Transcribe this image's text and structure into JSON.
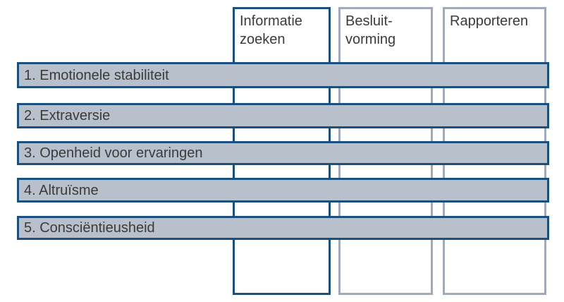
{
  "diagram": {
    "columns": [
      {
        "id": "informatie-zoeken",
        "label": "Informatie zoeken",
        "emphasis": "primary"
      },
      {
        "id": "besluitvorming",
        "label": "Besluit-vorming",
        "emphasis": "secondary"
      },
      {
        "id": "rapporteren",
        "label": "Rapporteren",
        "emphasis": "secondary"
      }
    ],
    "rows": [
      {
        "id": "emotionele-stabiliteit",
        "label": "1. Emotionele stabiliteit"
      },
      {
        "id": "extraversie",
        "label": "2. Extraversie"
      },
      {
        "id": "openheid-voor-ervaringen",
        "label": "3. Openheid voor ervaringen"
      },
      {
        "id": "altruisme",
        "label": "4. Altruïsme"
      },
      {
        "id": "conscientieusheid",
        "label": "5. Consciëntieusheid"
      }
    ],
    "colors": {
      "primary_border": "#1b507d",
      "secondary_border": "#a0aab9",
      "row_fill": "#b8c0cb",
      "text": "#3b3b3b",
      "background": "#ffffff"
    }
  }
}
